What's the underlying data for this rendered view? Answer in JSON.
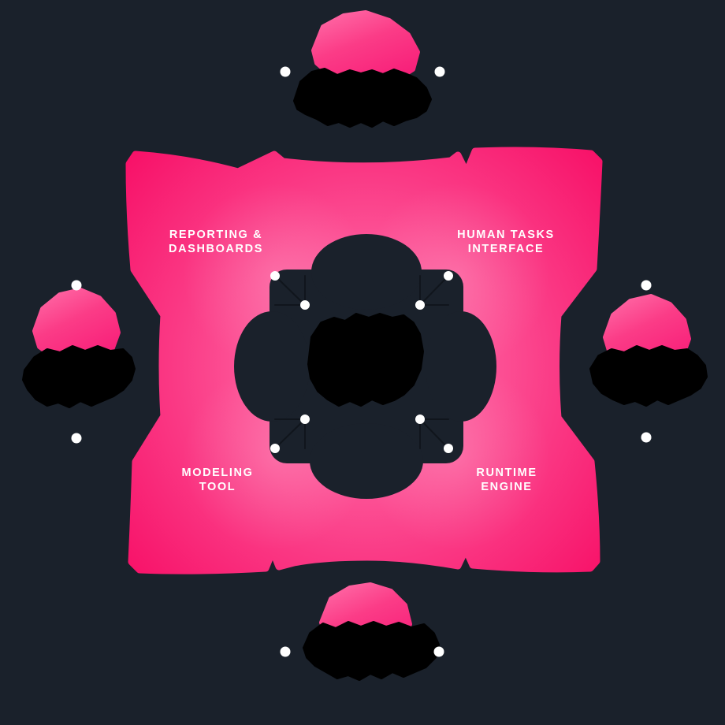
{
  "page": {
    "background": "#1a212b"
  },
  "palette": {
    "pink_deep": "#f70a63",
    "pink_mid": "#fb4b90",
    "pink_light": "#ff7ab2",
    "satellite_pink_light": "#ff63a1",
    "satellite_pink_deep": "#f8217a",
    "shadow_black": "#000000",
    "dot_white": "#ffffff"
  },
  "diagram": {
    "kind": "bpm-suite-components",
    "petals": [
      {
        "id": "reporting-dashboards",
        "line1": "REPORTING &",
        "line2": "DASHBOARDS"
      },
      {
        "id": "human-tasks-interface",
        "line1": "HUMAN TASKS",
        "line2": "INTERFACE"
      },
      {
        "id": "modeling-tool",
        "line1": "MODELING",
        "line2": "TOOL"
      },
      {
        "id": "runtime-engine",
        "line1": "RUNTIME",
        "line2": "ENGINE"
      }
    ],
    "satellites": [
      {
        "position": "top"
      },
      {
        "position": "right"
      },
      {
        "position": "bottom"
      },
      {
        "position": "left"
      }
    ]
  }
}
